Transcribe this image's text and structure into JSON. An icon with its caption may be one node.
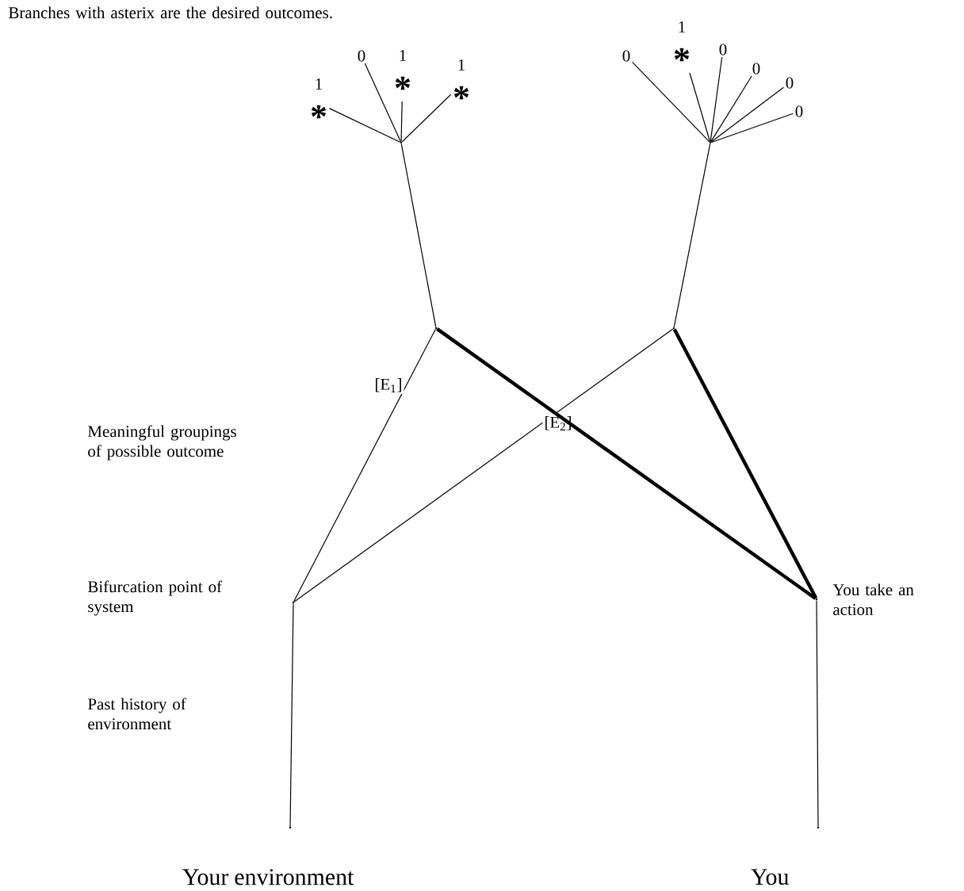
{
  "diagram": {
    "nodes": [
      {
        "text": [],
        "shape": "point",
        "beside": [
          "Your environment"
        ]
      },
      {
        "text": [],
        "shape": "point"
      },
      {
        "text": [],
        "shape": "point",
        "beside": [
          "You"
        ]
      },
      {
        "text": [],
        "shape": "point",
        "beside": [
          "You take an action"
        ]
      },
      {
        "text": [],
        "shape": "point"
      },
      {
        "text": [],
        "shape": "point"
      },
      {
        "text": [],
        "shape": "point"
      },
      {
        "text": [],
        "shape": "point"
      },
      {
        "text": [
          "1",
          "*"
        ]
      },
      {
        "text": [
          "0"
        ]
      },
      {
        "text": [
          "1",
          "*"
        ]
      },
      {
        "text": [
          "1",
          "*"
        ]
      },
      {
        "text": [
          "0"
        ]
      },
      {
        "text": [
          "1",
          "*"
        ]
      },
      {
        "text": [
          "0"
        ]
      },
      {
        "text": [
          "0"
        ]
      },
      {
        "text": [
          "0"
        ]
      },
      {
        "text": [
          "0"
        ]
      }
    ],
    "edges": [
      {
        "from": 0,
        "to": 1,
        "arrow": "none"
      },
      {
        "from": 1,
        "to": 4,
        "arrow": "none",
        "label": "[E$_{1}$]"
      },
      {
        "from": 1,
        "to": 5,
        "arrow": "none",
        "label": "[E$_{2}$]"
      },
      {
        "from": 2,
        "to": 3,
        "arrow": "none"
      },
      {
        "from": 3,
        "to": 4,
        "arrow": "none",
        "style": "thick"
      },
      {
        "from": 3,
        "to": 5,
        "arrow": "none",
        "style": "thick"
      },
      {
        "from": 4,
        "to": 6,
        "arrow": "none"
      },
      {
        "from": 5,
        "to": 7,
        "arrow": "none"
      },
      {
        "from": 6,
        "to": 8,
        "arrow": "none"
      },
      {
        "from": 6,
        "to": 9,
        "arrow": "none"
      },
      {
        "from": 6,
        "to": 10,
        "arrow": "none"
      },
      {
        "from": 6,
        "to": 11,
        "arrow": "none"
      },
      {
        "from": 7,
        "to": 12,
        "arrow": "none"
      },
      {
        "from": 7,
        "to": 13,
        "arrow": "none"
      },
      {
        "from": 7,
        "to": 14,
        "arrow": "none"
      },
      {
        "from": 7,
        "to": 15,
        "arrow": "none"
      },
      {
        "from": 7,
        "to": 16,
        "arrow": "none"
      },
      {
        "from": 7,
        "to": 17,
        "arrow": "none"
      }
    ],
    "labels": [
      "Branches with asterix are the desired outcomes.",
      "Meaningful groupings of possible outcome",
      "Bifurcation point of system",
      "Past history of environment"
    ]
  }
}
